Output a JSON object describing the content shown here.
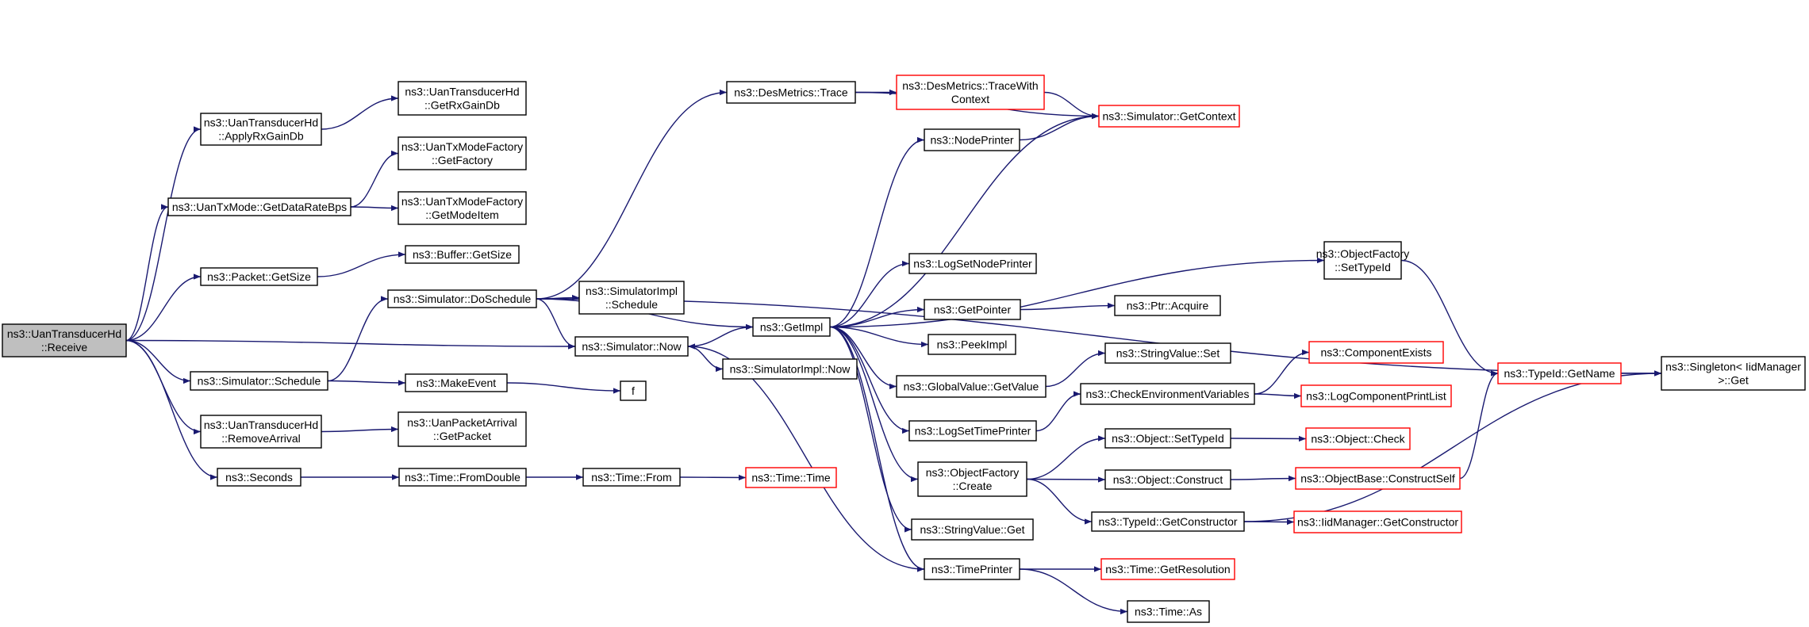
{
  "colors": {
    "edge": "#191970",
    "normal_border": "#000000",
    "truncated_border": "#ff0000",
    "root_fill": "#bfbfbf",
    "node_fill": "#ffffff"
  },
  "nodes": [
    {
      "id": "receive",
      "lines": [
        "ns3::UanTransducerHd",
        "::Receive"
      ],
      "kind": "root"
    },
    {
      "id": "applyRxGainDb",
      "lines": [
        "ns3::UanTransducerHd",
        "::ApplyRxGainDb"
      ],
      "kind": "normal"
    },
    {
      "id": "getRxGainDb",
      "lines": [
        "ns3::UanTransducerHd",
        "::GetRxGainDb"
      ],
      "kind": "normal"
    },
    {
      "id": "getDataRateBps",
      "lines": [
        "ns3::UanTxMode::GetDataRateBps"
      ],
      "kind": "normal"
    },
    {
      "id": "getFactory",
      "lines": [
        "ns3::UanTxModeFactory",
        "::GetFactory"
      ],
      "kind": "normal"
    },
    {
      "id": "getModeItem",
      "lines": [
        "ns3::UanTxModeFactory",
        "::GetModeItem"
      ],
      "kind": "normal"
    },
    {
      "id": "packetGetSize",
      "lines": [
        "ns3::Packet::GetSize"
      ],
      "kind": "normal"
    },
    {
      "id": "bufferGetSize",
      "lines": [
        "ns3::Buffer::GetSize"
      ],
      "kind": "normal"
    },
    {
      "id": "doSchedule",
      "lines": [
        "ns3::Simulator::DoSchedule"
      ],
      "kind": "normal"
    },
    {
      "id": "implSchedule",
      "lines": [
        "ns3::SimulatorImpl",
        "::Schedule"
      ],
      "kind": "normal"
    },
    {
      "id": "desTrace",
      "lines": [
        "ns3::DesMetrics::Trace"
      ],
      "kind": "normal"
    },
    {
      "id": "traceWithContext",
      "lines": [
        "ns3::DesMetrics::TraceWith",
        "Context"
      ],
      "kind": "truncated"
    },
    {
      "id": "getContext",
      "lines": [
        "ns3::Simulator::GetContext"
      ],
      "kind": "truncated"
    },
    {
      "id": "nodePrinter",
      "lines": [
        "ns3::NodePrinter"
      ],
      "kind": "normal"
    },
    {
      "id": "getImpl",
      "lines": [
        "ns3::GetImpl"
      ],
      "kind": "normal"
    },
    {
      "id": "simNow",
      "lines": [
        "ns3::Simulator::Now"
      ],
      "kind": "normal"
    },
    {
      "id": "implNow",
      "lines": [
        "ns3::SimulatorImpl::Now"
      ],
      "kind": "normal"
    },
    {
      "id": "simSchedule",
      "lines": [
        "ns3::Simulator::Schedule"
      ],
      "kind": "normal"
    },
    {
      "id": "makeEvent",
      "lines": [
        "ns3::MakeEvent"
      ],
      "kind": "normal"
    },
    {
      "id": "f",
      "lines": [
        "f"
      ],
      "kind": "normal"
    },
    {
      "id": "removeArrival",
      "lines": [
        "ns3::UanTransducerHd",
        "::RemoveArrival"
      ],
      "kind": "normal"
    },
    {
      "id": "getPacket",
      "lines": [
        "ns3::UanPacketArrival",
        "::GetPacket"
      ],
      "kind": "normal"
    },
    {
      "id": "seconds",
      "lines": [
        "ns3::Seconds"
      ],
      "kind": "normal"
    },
    {
      "id": "fromDouble",
      "lines": [
        "ns3::Time::FromDouble"
      ],
      "kind": "normal"
    },
    {
      "id": "timeFrom",
      "lines": [
        "ns3::Time::From"
      ],
      "kind": "normal"
    },
    {
      "id": "timeTime",
      "lines": [
        "ns3::Time::Time"
      ],
      "kind": "truncated"
    },
    {
      "id": "logSetNodePrinter",
      "lines": [
        "ns3::LogSetNodePrinter"
      ],
      "kind": "normal"
    },
    {
      "id": "getPointer",
      "lines": [
        "ns3::GetPointer"
      ],
      "kind": "normal"
    },
    {
      "id": "ptrAcquire",
      "lines": [
        "ns3::Ptr::Acquire"
      ],
      "kind": "normal"
    },
    {
      "id": "peekImpl",
      "lines": [
        "ns3::PeekImpl"
      ],
      "kind": "normal"
    },
    {
      "id": "globalValueGetValue",
      "lines": [
        "ns3::GlobalValue::GetValue"
      ],
      "kind": "normal"
    },
    {
      "id": "stringValueSet",
      "lines": [
        "ns3::StringValue::Set"
      ],
      "kind": "normal"
    },
    {
      "id": "checkEnv",
      "lines": [
        "ns3::CheckEnvironmentVariables"
      ],
      "kind": "normal"
    },
    {
      "id": "componentExists",
      "lines": [
        "ns3::ComponentExists"
      ],
      "kind": "truncated"
    },
    {
      "id": "logComponentPrintList",
      "lines": [
        "ns3::LogComponentPrintList"
      ],
      "kind": "truncated"
    },
    {
      "id": "logSetTimePrinter",
      "lines": [
        "ns3::LogSetTimePrinter"
      ],
      "kind": "normal"
    },
    {
      "id": "objectFactoryCreate",
      "lines": [
        "ns3::ObjectFactory",
        "::Create"
      ],
      "kind": "normal"
    },
    {
      "id": "objectSetTypeId",
      "lines": [
        "ns3::Object::SetTypeId"
      ],
      "kind": "normal"
    },
    {
      "id": "objectCheck",
      "lines": [
        "ns3::Object::Check"
      ],
      "kind": "truncated"
    },
    {
      "id": "objectConstruct",
      "lines": [
        "ns3::Object::Construct"
      ],
      "kind": "normal"
    },
    {
      "id": "constructSelf",
      "lines": [
        "ns3::ObjectBase::ConstructSelf"
      ],
      "kind": "truncated"
    },
    {
      "id": "typeIdGetConstructor",
      "lines": [
        "ns3::TypeId::GetConstructor"
      ],
      "kind": "normal"
    },
    {
      "id": "iidGetConstructor",
      "lines": [
        "ns3::IidManager::GetConstructor"
      ],
      "kind": "truncated"
    },
    {
      "id": "stringValueGet",
      "lines": [
        "ns3::StringValue::Get"
      ],
      "kind": "normal"
    },
    {
      "id": "timePrinter",
      "lines": [
        "ns3::TimePrinter"
      ],
      "kind": "normal"
    },
    {
      "id": "getResolution",
      "lines": [
        "ns3::Time::GetResolution"
      ],
      "kind": "truncated"
    },
    {
      "id": "timeAs",
      "lines": [
        "ns3::Time::As"
      ],
      "kind": "normal"
    },
    {
      "id": "objectFactorySetTypeId",
      "lines": [
        "ns3::ObjectFactory",
        "::SetTypeId"
      ],
      "kind": "normal"
    },
    {
      "id": "typeIdGetName",
      "lines": [
        "ns3::TypeId::GetName"
      ],
      "kind": "truncated"
    },
    {
      "id": "singletonGet",
      "lines": [
        "ns3::Singleton< IidManager",
        " >::Get"
      ],
      "kind": "normal"
    }
  ],
  "edges": [
    [
      "receive",
      "applyRxGainDb"
    ],
    [
      "receive",
      "getDataRateBps"
    ],
    [
      "receive",
      "packetGetSize"
    ],
    [
      "receive",
      "simNow"
    ],
    [
      "receive",
      "simSchedule"
    ],
    [
      "receive",
      "removeArrival"
    ],
    [
      "receive",
      "seconds"
    ],
    [
      "applyRxGainDb",
      "getRxGainDb"
    ],
    [
      "getDataRateBps",
      "getFactory"
    ],
    [
      "getDataRateBps",
      "getModeItem"
    ],
    [
      "packetGetSize",
      "bufferGetSize"
    ],
    [
      "simSchedule",
      "doSchedule"
    ],
    [
      "simSchedule",
      "makeEvent"
    ],
    [
      "makeEvent",
      "f"
    ],
    [
      "removeArrival",
      "getPacket"
    ],
    [
      "seconds",
      "fromDouble"
    ],
    [
      "fromDouble",
      "timeFrom"
    ],
    [
      "timeFrom",
      "timeTime"
    ],
    [
      "doSchedule",
      "implSchedule"
    ],
    [
      "doSchedule",
      "desTrace"
    ],
    [
      "doSchedule",
      "getImpl"
    ],
    [
      "doSchedule",
      "simNow"
    ],
    [
      "doSchedule",
      "singletonGet"
    ],
    [
      "desTrace",
      "traceWithContext"
    ],
    [
      "desTrace",
      "getContext"
    ],
    [
      "traceWithContext",
      "getContext"
    ],
    [
      "simNow",
      "getImpl"
    ],
    [
      "simNow",
      "implNow"
    ],
    [
      "getImpl",
      "nodePrinter"
    ],
    [
      "getImpl",
      "getContext"
    ],
    [
      "getImpl",
      "objectFactorySetTypeId"
    ],
    [
      "getImpl",
      "logSetNodePrinter"
    ],
    [
      "getImpl",
      "getPointer"
    ],
    [
      "getImpl",
      "peekImpl"
    ],
    [
      "getImpl",
      "globalValueGetValue"
    ],
    [
      "getImpl",
      "logSetTimePrinter"
    ],
    [
      "getImpl",
      "objectFactoryCreate"
    ],
    [
      "getImpl",
      "stringValueGet"
    ],
    [
      "getImpl",
      "timePrinter"
    ],
    [
      "nodePrinter",
      "getContext"
    ],
    [
      "getPointer",
      "ptrAcquire"
    ],
    [
      "globalValueGetValue",
      "stringValueSet"
    ],
    [
      "logSetTimePrinter",
      "checkEnv"
    ],
    [
      "checkEnv",
      "componentExists"
    ],
    [
      "checkEnv",
      "logComponentPrintList"
    ],
    [
      "objectFactoryCreate",
      "objectSetTypeId"
    ],
    [
      "objectFactoryCreate",
      "objectConstruct"
    ],
    [
      "objectFactoryCreate",
      "typeIdGetConstructor"
    ],
    [
      "objectSetTypeId",
      "objectCheck"
    ],
    [
      "objectConstruct",
      "constructSelf"
    ],
    [
      "constructSelf",
      "typeIdGetName"
    ],
    [
      "typeIdGetConstructor",
      "iidGetConstructor"
    ],
    [
      "typeIdGetConstructor",
      "singletonGet"
    ],
    [
      "timePrinter",
      "simNow"
    ],
    [
      "timePrinter",
      "getResolution"
    ],
    [
      "timePrinter",
      "timeAs"
    ],
    [
      "objectFactorySetTypeId",
      "typeIdGetName"
    ],
    [
      "typeIdGetName",
      "singletonGet"
    ]
  ]
}
